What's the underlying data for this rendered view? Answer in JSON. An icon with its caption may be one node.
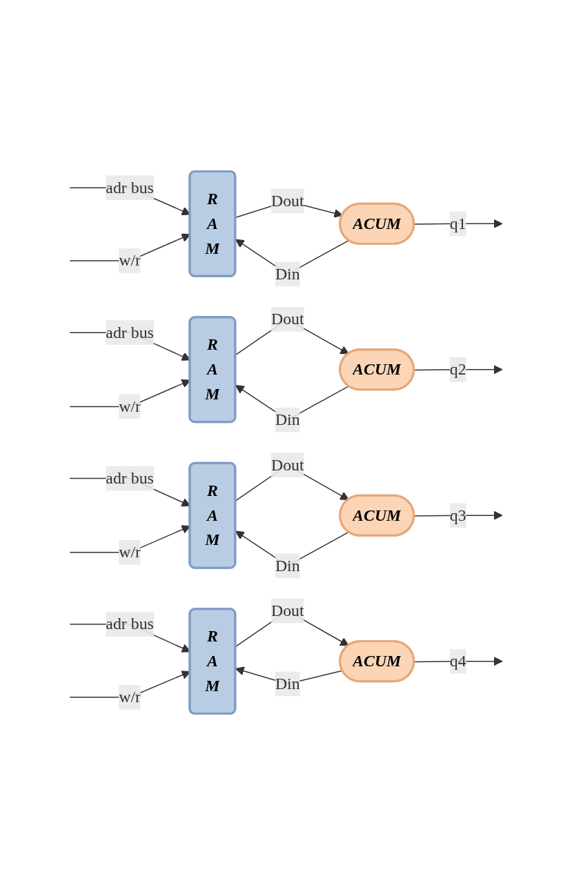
{
  "diagram": {
    "nodes": [
      {
        "text": [
          "R",
          "A",
          "M"
        ]
      },
      {
        "text": [
          "ACUM"
        ]
      },
      {
        "text": [
          "R",
          "A",
          "M"
        ]
      },
      {
        "text": [
          "ACUM"
        ]
      },
      {
        "text": [
          "R",
          "A",
          "M"
        ]
      },
      {
        "text": [
          "ACUM"
        ]
      },
      {
        "text": [
          "R",
          "A",
          "M"
        ]
      },
      {
        "text": [
          "ACUM"
        ]
      }
    ],
    "edges": [
      {
        "from": null,
        "to": 0,
        "arrow": "to",
        "label": "adr bus"
      },
      {
        "from": null,
        "to": 0,
        "arrow": "to",
        "label": "w/r"
      },
      {
        "from": 1,
        "to": 0,
        "arrow": "to",
        "label": "Din"
      },
      {
        "from": 0,
        "to": 1,
        "arrow": "to",
        "label": "Dout"
      },
      {
        "from": 1,
        "to": null,
        "arrow": "to",
        "label": "q1"
      },
      {
        "from": null,
        "to": 2,
        "arrow": "to",
        "label": "adr bus"
      },
      {
        "from": null,
        "to": 2,
        "arrow": "to",
        "label": "w/r"
      },
      {
        "from": 3,
        "to": 2,
        "arrow": "to",
        "label": "Din"
      },
      {
        "from": 2,
        "to": 3,
        "arrow": "to",
        "label": "Dout"
      },
      {
        "from": 3,
        "to": null,
        "arrow": "to",
        "label": "q2"
      },
      {
        "from": null,
        "to": 4,
        "arrow": "to",
        "label": "adr bus"
      },
      {
        "from": null,
        "to": 4,
        "arrow": "to",
        "label": "w/r"
      },
      {
        "from": 5,
        "to": 4,
        "arrow": "to",
        "label": "Din"
      },
      {
        "from": 4,
        "to": 5,
        "arrow": "to",
        "label": "Dout"
      },
      {
        "from": 5,
        "to": null,
        "arrow": "to",
        "label": "q3"
      },
      {
        "from": null,
        "to": 6,
        "arrow": "to",
        "label": "adr bus"
      },
      {
        "from": null,
        "to": 6,
        "arrow": "to",
        "label": "w/r"
      },
      {
        "from": 7,
        "to": 6,
        "arrow": "to",
        "label": "Din"
      },
      {
        "from": 6,
        "to": 7,
        "arrow": "to",
        "label": "Dout"
      },
      {
        "from": 7,
        "to": null,
        "arrow": "to",
        "label": "q4"
      }
    ]
  }
}
